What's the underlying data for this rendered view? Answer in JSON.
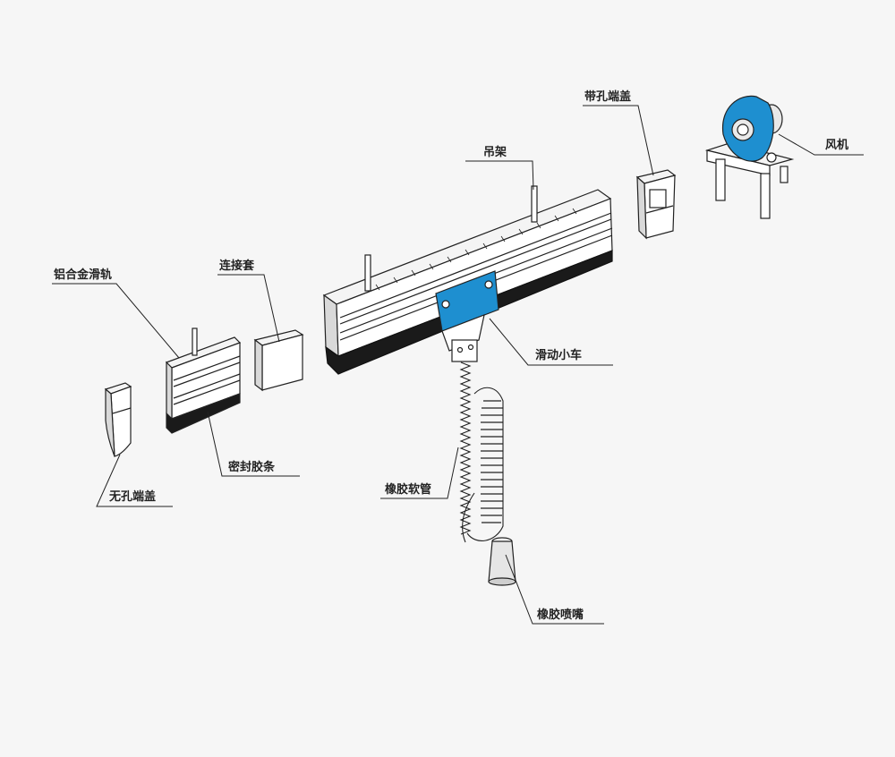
{
  "labels": {
    "rail": "铝合金滑轨",
    "connector": "连接套",
    "hanger": "吊架",
    "end_cap_hole": "带孔端盖",
    "fan": "风机",
    "trolley": "滑动小车",
    "seal_strip": "密封胶条",
    "end_cap_plain": "无孔端盖",
    "hose": "橡胶软管",
    "nozzle": "橡胶喷嘴"
  },
  "colors": {
    "accent_blue": "#1e8fd0",
    "line": "#222222",
    "part_fill": "#ffffff",
    "part_shade": "#d9d9d9",
    "brush": "#1a1a1a"
  }
}
